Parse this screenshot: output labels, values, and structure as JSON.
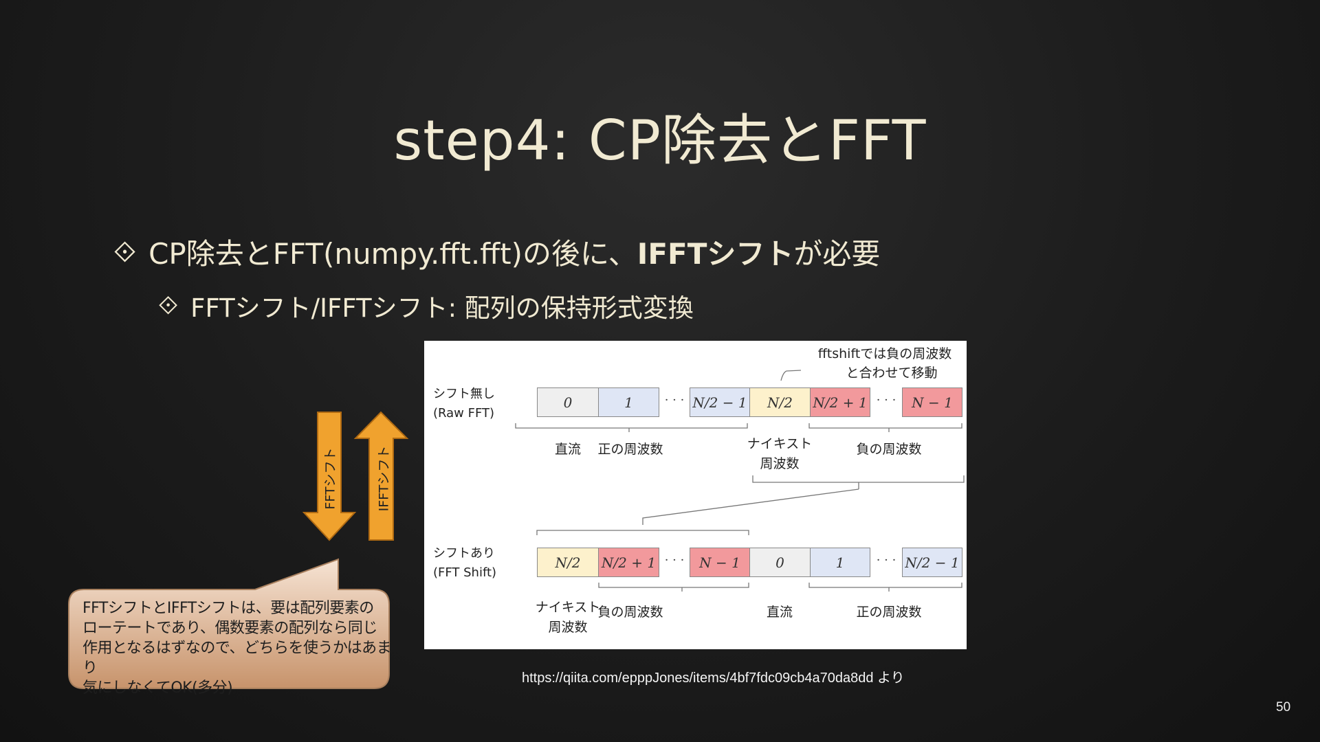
{
  "slide": {
    "title": "step4: CP除去とFFT",
    "bullets": {
      "b1_prefix": "CP除去とFFT(numpy.fft.fft)の後に、",
      "b1_strong": "IFFTシフト",
      "b1_suffix": "が必要",
      "b2": "FFTシフト/IFFTシフト: 配列の保持形式変換"
    },
    "bullet_mark": "⟐",
    "page_number": "50",
    "source": "https://qiita.com/epppJones/items/4bf7fdc09cb4a70da8dd より"
  },
  "arrows": {
    "fft_shift": "FFTシフト",
    "ifft_shift": "IFFTシフト",
    "color": "#f0a22e"
  },
  "callout": {
    "lines": [
      "FFTシフトとIFFTシフトは、要は配列要素の",
      "ローテートであり、偶数要素の配列なら同じ",
      "作用となるはずなので、どちらを使うかはあまり",
      "気にしなくてOK(多分)"
    ]
  },
  "figure": {
    "note_line1": "fftshiftでは負の周波数",
    "note_line2": "と合わせて移動",
    "raw": {
      "label1": "シフト無し",
      "label2": "(Raw FFT)",
      "cells": [
        "0",
        "1",
        "N/2 − 1",
        "N/2",
        "N/2 + 1",
        "N − 1"
      ],
      "groups": {
        "dc": "直流",
        "positive": "正の周波数",
        "nyquist1": "ナイキスト",
        "nyquist2": "周波数",
        "negative": "負の周波数"
      }
    },
    "shifted": {
      "label1": "シフトあり",
      "label2": "(FFT Shift)",
      "cells": [
        "N/2",
        "N/2 + 1",
        "N − 1",
        "0",
        "1",
        "N/2 − 1"
      ],
      "groups": {
        "nyquist1": "ナイキスト",
        "nyquist2": "周波数",
        "negative": "負の周波数",
        "dc": "直流",
        "positive": "正の周波数"
      }
    },
    "ellipsis": "· · ·",
    "colors": {
      "dc": "#efefef",
      "positive": "#dfe6f5",
      "nyquist": "#fdf1cc",
      "negative": "#f2999c"
    }
  }
}
